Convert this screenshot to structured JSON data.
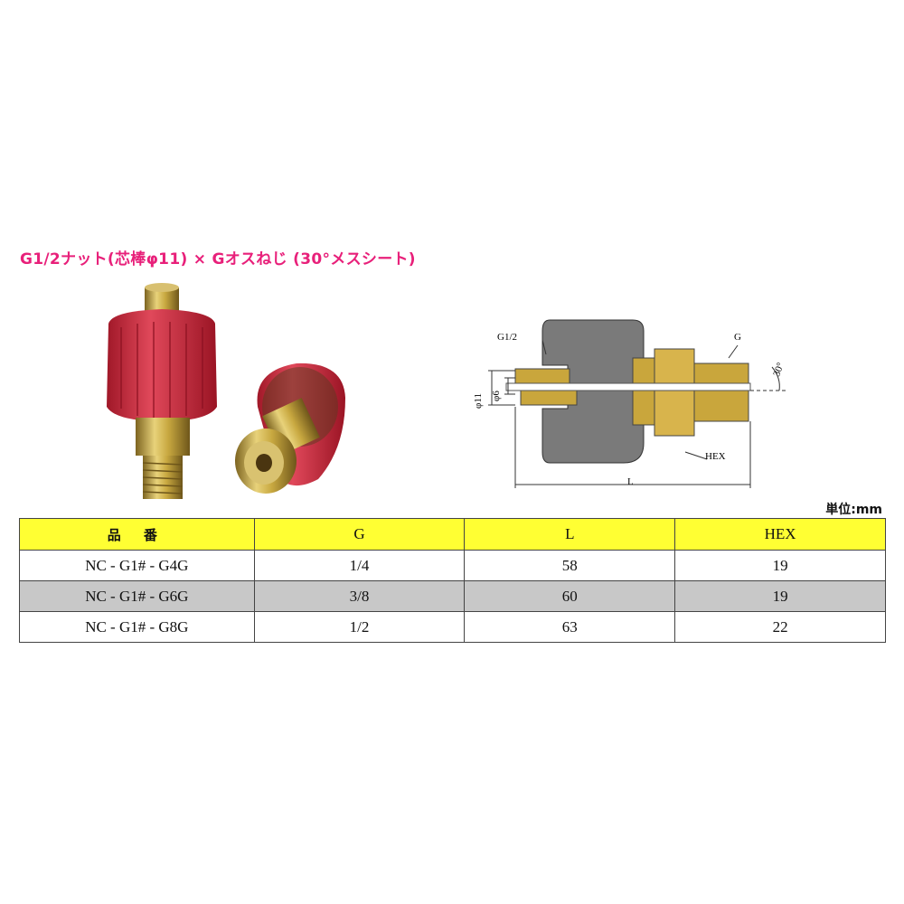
{
  "title": "G1/2ナット(芯棒φ11) × Gオスねじ (30°メスシート)",
  "diagram": {
    "label_g12": "G1/2",
    "label_g": "G",
    "label_angle": "30°",
    "label_phi11": "φ11",
    "label_phi6": "φ6",
    "label_hex": "HEX",
    "label_l": "L"
  },
  "unit": "単位:mm",
  "table": {
    "headers": [
      "品 番",
      "G",
      "L",
      "HEX"
    ],
    "rows": [
      {
        "part": "NC - G1# - G4G",
        "g": "1/4",
        "l": "58",
        "hex": "19"
      },
      {
        "part": "NC - G1# - G6G",
        "g": "3/8",
        "l": "60",
        "hex": "19"
      },
      {
        "part": "NC - G1# - G8G",
        "g": "1/2",
        "l": "63",
        "hex": "22"
      }
    ]
  },
  "colors": {
    "title": "#e8207a",
    "header_bg": "#ffff33",
    "shaded_row": "#c8c8c8"
  }
}
